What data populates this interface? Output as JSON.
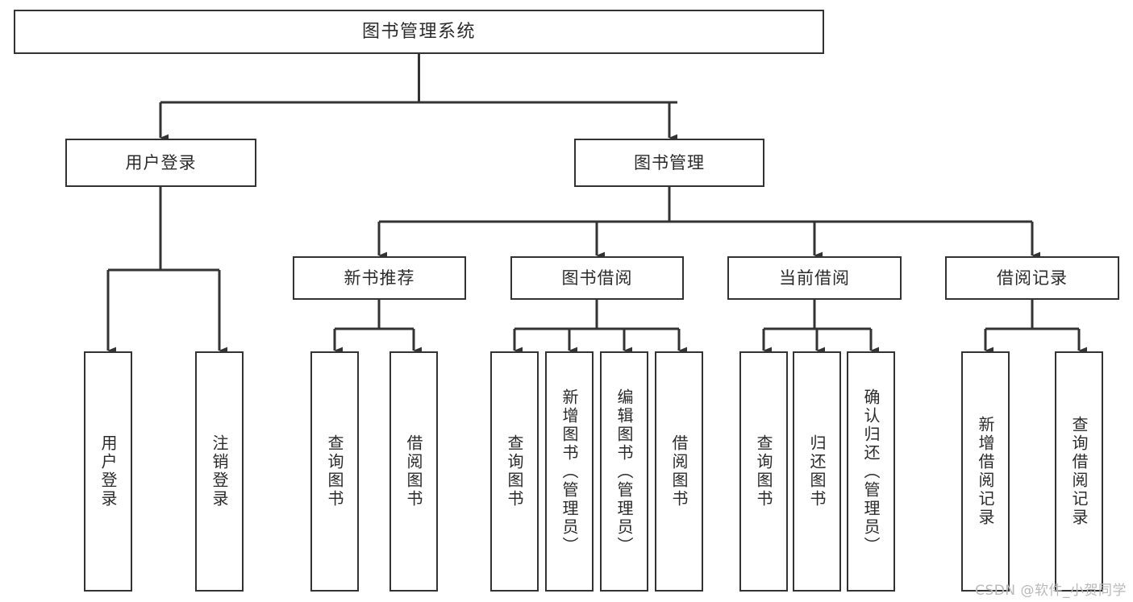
{
  "diagram": {
    "title": "图书管理系统",
    "type": "tree-hierarchy",
    "watermark": "CSDN @软件_小贺同学",
    "colors": {
      "background": "#ffffff",
      "node_border": "#333333",
      "node_fill": "#ffffff",
      "edge": "#333333",
      "text": "#2b2b2b",
      "watermark": "#b9b9b9"
    },
    "nodes": {
      "root": {
        "label": "图书管理系统"
      },
      "level2": [
        {
          "label": "用户登录"
        },
        {
          "label": "图书管理"
        }
      ],
      "level3": [
        {
          "label": "新书推荐"
        },
        {
          "label": "图书借阅"
        },
        {
          "label": "当前借阅"
        },
        {
          "label": "借阅记录"
        }
      ],
      "leaves": {
        "user_login": [
          {
            "label": "用户登录"
          },
          {
            "label": "注销登录"
          }
        ],
        "new_book": [
          {
            "label": "查询图书"
          },
          {
            "label": "借阅图书"
          }
        ],
        "book_borrow": [
          {
            "label": "查询图书"
          },
          {
            "label": "新增图书（管理员）"
          },
          {
            "label": "编辑图书（管理员）"
          },
          {
            "label": "借阅图书"
          }
        ],
        "current_borrow": [
          {
            "label": "查询图书"
          },
          {
            "label": "归还图书"
          },
          {
            "label": "确认归还（管理员）"
          }
        ],
        "borrow_record": [
          {
            "label": "新增借阅记录"
          },
          {
            "label": "查询借阅记录"
          }
        ]
      }
    }
  }
}
